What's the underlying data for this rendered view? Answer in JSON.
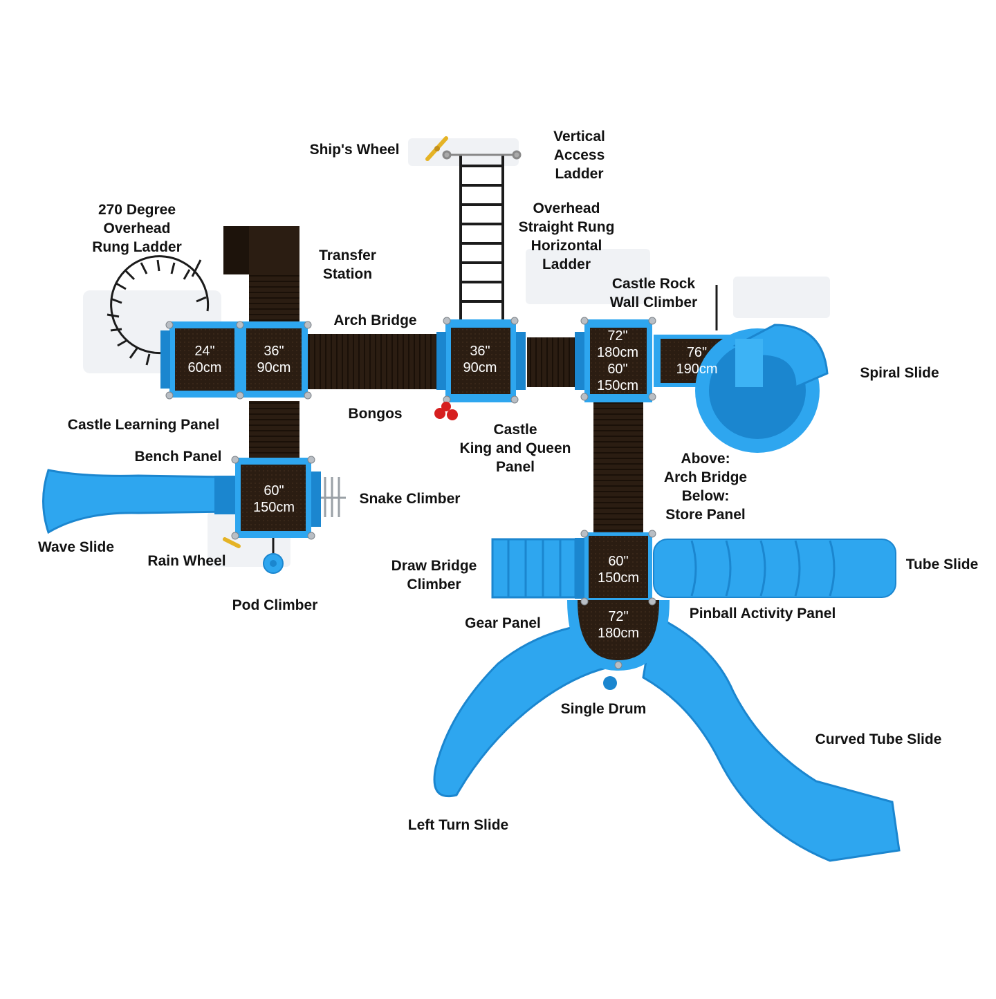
{
  "colors": {
    "slide_blue": "#2ea6ef",
    "slide_blue_dark": "#1b86cf",
    "deck_brown": "#2b1d12",
    "deck_edge": "#1a1008",
    "ladder_black": "#1b1b1b",
    "accent_yellow": "#e5b325",
    "accent_red": "#d61f1f",
    "shadow_gray": "#e9ecef"
  },
  "labels": {
    "ships_wheel": [
      "Ship's Wheel"
    ],
    "vertical_access_ladder": [
      "Vertical",
      "Access",
      "Ladder"
    ],
    "overhead_straight_rung": [
      "Overhead",
      "Straight Rung",
      "Horizontal",
      "Ladder"
    ],
    "rung_ladder_270": [
      "270 Degree",
      "Overhead",
      "Rung Ladder"
    ],
    "transfer_station": [
      "Transfer",
      "Station"
    ],
    "arch_bridge": [
      "Arch Bridge"
    ],
    "castle_rock_wall": [
      "Castle Rock",
      "Wall Climber"
    ],
    "spiral_slide": [
      "Spiral Slide"
    ],
    "bongos": [
      "Bongos"
    ],
    "castle_learning_panel": [
      "Castle Learning Panel"
    ],
    "bench_panel": [
      "Bench Panel"
    ],
    "castle_king_queen": [
      "Castle",
      "King and Queen",
      "Panel"
    ],
    "above_below": [
      "Above:",
      "Arch Bridge",
      "Below:",
      "Store Panel"
    ],
    "snake_climber": [
      "Snake Climber"
    ],
    "wave_slide": [
      "Wave Slide"
    ],
    "rain_wheel": [
      "Rain Wheel"
    ],
    "pod_climber": [
      "Pod Climber"
    ],
    "draw_bridge_climber": [
      "Draw Bridge",
      "Climber"
    ],
    "tube_slide": [
      "Tube Slide"
    ],
    "gear_panel": [
      "Gear Panel"
    ],
    "pinball_activity_panel": [
      "Pinball Activity Panel"
    ],
    "single_drum": [
      "Single Drum"
    ],
    "curved_tube_slide": [
      "Curved Tube Slide"
    ],
    "left_turn_slide": [
      "Left Turn Slide"
    ]
  },
  "deck_heights": {
    "deck_a": [
      "24\"",
      "60cm"
    ],
    "deck_b": [
      "36\"",
      "90cm"
    ],
    "deck_c": [
      "36\"",
      "90cm"
    ],
    "deck_d": [
      "72\"",
      "180cm",
      "60\"",
      "150cm"
    ],
    "deck_e": [
      "76\"",
      "190cm"
    ],
    "deck_f": [
      "60\"",
      "150cm"
    ],
    "deck_g": [
      "60\"",
      "150cm"
    ],
    "deck_h": [
      "72\"",
      "180cm"
    ]
  }
}
